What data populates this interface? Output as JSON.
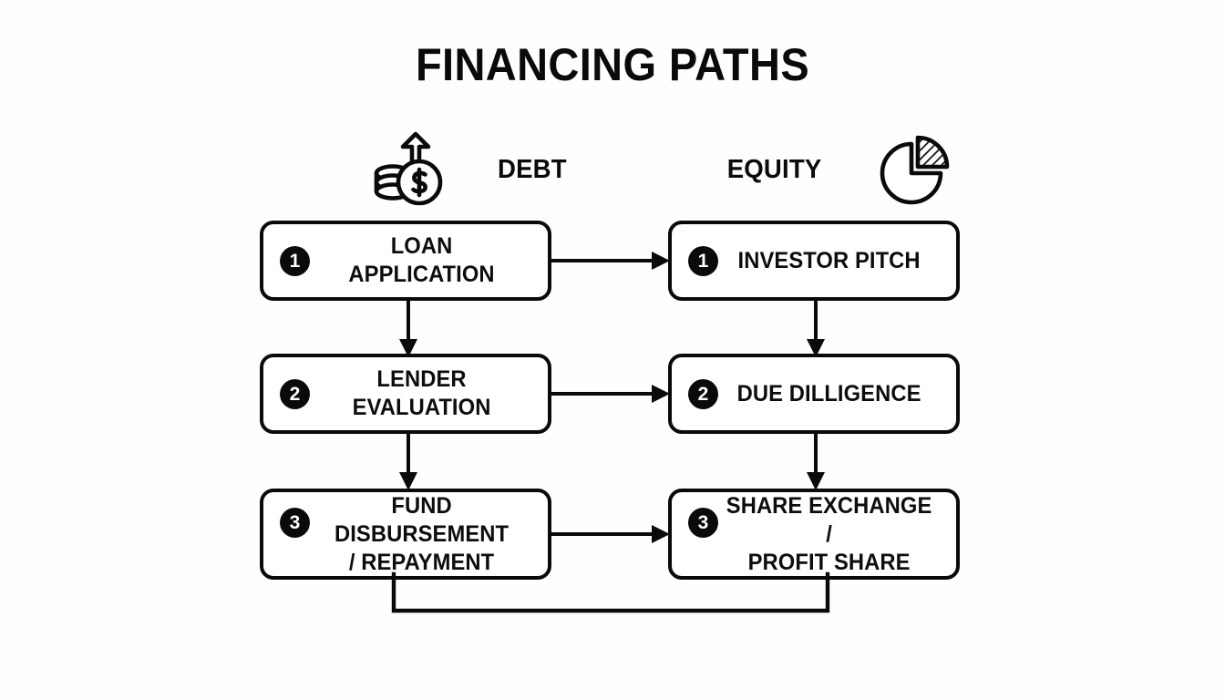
{
  "title": "FINANCING PATHS",
  "colors": {
    "ink": "#0a0a0a",
    "background": "#ffffff"
  },
  "columns": [
    {
      "key": "debt",
      "label": "DEBT",
      "icon": "money-growth-icon"
    },
    {
      "key": "equity",
      "label": "EQUITY",
      "icon": "pie-chart-icon"
    }
  ],
  "debt_steps": [
    {
      "number": "1",
      "label": "LOAN APPLICATION"
    },
    {
      "number": "2",
      "label": "LENDER EVALUATION"
    },
    {
      "number": "3",
      "label": "FUND DISBURSEMENT\n/ REPAYMENT"
    }
  ],
  "equity_steps": [
    {
      "number": "1",
      "label": "INVESTOR PITCH"
    },
    {
      "number": "2",
      "label": "DUE DILLIGENCE"
    },
    {
      "number": "3",
      "label": "SHARE EXCHANGE /\nPROFIT SHARE"
    }
  ],
  "connectors": {
    "horizontal": [
      {
        "from": "LOAN APPLICATION",
        "to": "INVESTOR PITCH",
        "arrow": true
      },
      {
        "from": "LENDER EVALUATION",
        "to": "DUE DILLIGENCE",
        "arrow": true
      },
      {
        "from": "FUND DISBURSEMENT / REPAYMENT",
        "to": "SHARE EXCHANGE / PROFIT SHARE",
        "arrow": true
      }
    ],
    "vertical": [
      {
        "from": "LOAN APPLICATION",
        "to": "LENDER EVALUATION",
        "arrow": true
      },
      {
        "from": "LENDER EVALUATION",
        "to": "FUND DISBURSEMENT / REPAYMENT",
        "arrow": true
      },
      {
        "from": "INVESTOR PITCH",
        "to": "DUE DILLIGENCE",
        "arrow": true
      },
      {
        "from": "DUE DILLIGENCE",
        "to": "SHARE EXCHANGE / PROFIT SHARE",
        "arrow": true
      }
    ],
    "loop": {
      "from": "FUND DISBURSEMENT / REPAYMENT",
      "to": "SHARE EXCHANGE / PROFIT SHARE",
      "arrow": false,
      "shape": "u-bracket"
    }
  }
}
